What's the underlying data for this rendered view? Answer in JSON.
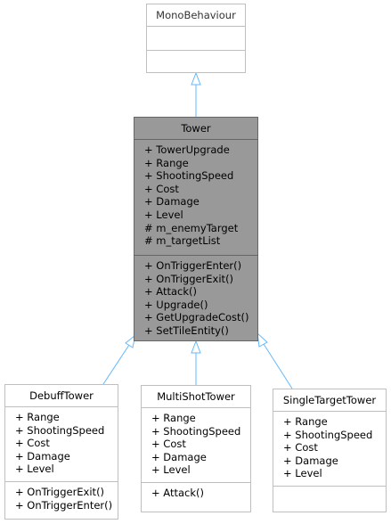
{
  "diagram": {
    "edge_color": "#63b8ff",
    "edge_label_note": "",
    "classes": {
      "monobehaviour": {
        "name": "MonoBehaviour",
        "attributes": [],
        "operations": []
      },
      "tower": {
        "name": "Tower",
        "attributes": [
          "+ TowerUpgrade",
          "+ Range",
          "+ ShootingSpeed",
          "+ Cost",
          "+ Damage",
          "+ Level",
          "# m_enemyTarget",
          "# m_targetList"
        ],
        "operations": [
          "+ OnTriggerEnter()",
          "+ OnTriggerExit()",
          "+ Attack()",
          "+ Upgrade()",
          "+ GetUpgradeCost()",
          "+ SetTileEntity()"
        ]
      },
      "debufftower": {
        "name": "DebuffTower",
        "attributes": [
          "+ Range",
          "+ ShootingSpeed",
          "+ Cost",
          "+ Damage",
          "+ Level"
        ],
        "operations": [
          "+ OnTriggerExit()",
          "+ OnTriggerEnter()"
        ]
      },
      "multishottower": {
        "name": "MultiShotTower",
        "attributes": [
          "+ Range",
          "+ ShootingSpeed",
          "+ Cost",
          "+ Damage",
          "+ Level"
        ],
        "operations": [
          "+ Attack()"
        ]
      },
      "singletargettower": {
        "name": "SingleTargetTower",
        "attributes": [
          "+ Range",
          "+ ShootingSpeed",
          "+ Cost",
          "+ Damage",
          "+ Level"
        ],
        "operations": []
      }
    },
    "relations": [
      {
        "from": "tower",
        "to": "monobehaviour",
        "type": "inheritance"
      },
      {
        "from": "debufftower",
        "to": "tower",
        "type": "inheritance"
      },
      {
        "from": "multishottower",
        "to": "tower",
        "type": "inheritance"
      },
      {
        "from": "singletargettower",
        "to": "tower",
        "type": "inheritance"
      }
    ]
  }
}
